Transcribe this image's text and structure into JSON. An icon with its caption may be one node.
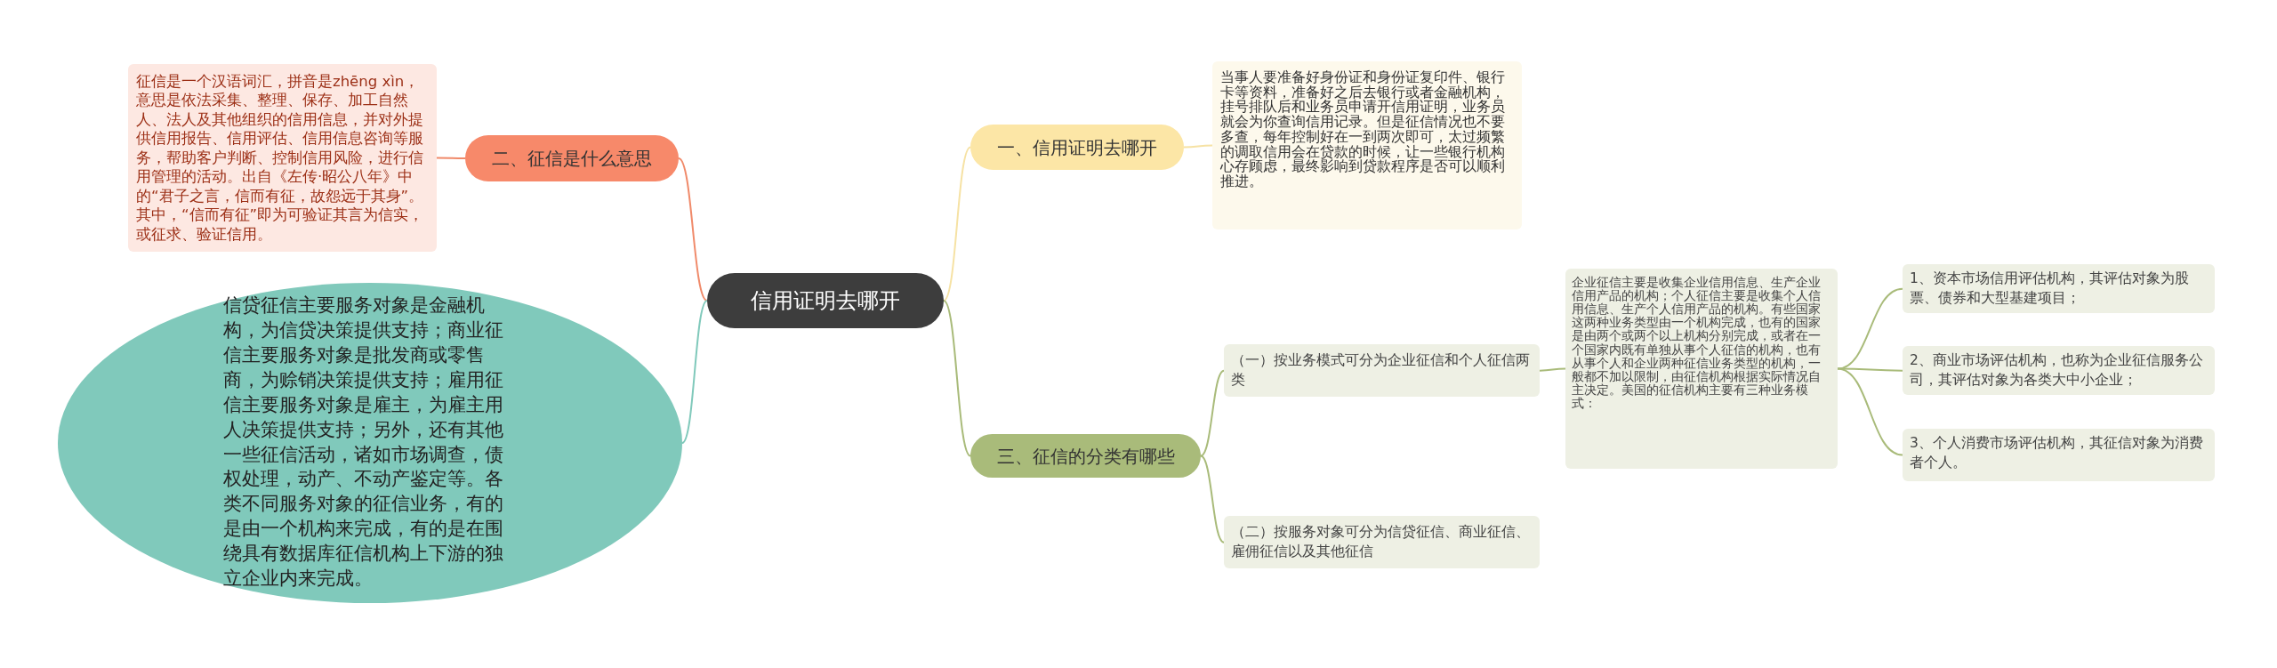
{
  "diagram": {
    "nodes": [
      {
        "text": [
          "信用证明去哪开"
        ]
      },
      {
        "text": [
          "一、信用证明去哪开"
        ]
      },
      {
        "text": [
          "当事人要准备好身份证和身份证复印件、银行卡等资料，准备好之后去银行或者金融机构，挂号排队后和业务员申请开信用证明，业务员就会为你查询信用记录。但是征信情况也不要多查，每年控制好在一到两次即可，太过频繁的调取信用会在贷款的时候，让一些银行机构心存顾虑，最终影响到贷款程序是否可以顺利推进。"
        ]
      },
      {
        "text": [
          "二、征信是什么意思"
        ]
      },
      {
        "text": [
          "征信是一个汉语词汇，拼音是zhēng xìn，意思是依法采集、整理、保存、加工自然人、法人及其他组织的信用信息，并对外提供信用报告、信用评估、信用信息咨询等服务，帮助客户判断、控制信用风险，进行信用管理的活动。出自《左传·昭公八年》中的“君子之言，信而有征，故怨远于其身”。其中，“信而有征”即为可验证其言为信实，或征求、验证信用。"
        ]
      },
      {
        "text": [
          "三、征信的分类有哪些"
        ]
      },
      {
        "text": [
          "（一）按业务模式可分为企业征信和个人征信两类"
        ]
      },
      {
        "text": [
          "企业征信主要是收集企业信用信息、生产企业信用产品的机构；个人征信主要是收集个人信用信息、生产个人信用产品的机构。有些国家这两种业务类型由一个机构完成，也有的国家是由两个或两个以上机构分别完成，或者在一个国家内既有单独从事个人征信的机构，也有从事个人和企业两种征信业务类型的机构，一般都不加以限制，由征信机构根据实际情况自主决定。美国的征信机构主要有三种业务模式："
        ]
      },
      {
        "text": [
          "1、资本市场信用评估机构，其评估对象为股票、债券和大型基建项目；"
        ]
      },
      {
        "text": [
          "2、商业市场评估机构，也称为企业征信服务公司，其评估对象为各类大中小企业；"
        ]
      },
      {
        "text": [
          "3、个人消费市场评估机构，其征信对象为消费者个人。"
        ]
      },
      {
        "text": [
          "（二）按服务对象可分为信贷征信、商业征信、雇佣征信以及其他征信"
        ]
      },
      {
        "text": [
          "信贷征信主要服务对象是金融机构，为信贷决策提供支持；商业征信主要服务对象是批发商或零售商，为赊销决策提供支持；雇用征信主要服务对象是雇主，为雇主用人决策提供支持；另外，还有其他一些征信活动，诸如市场调查，债权处理，动产、不动产鉴定等。各类不同服务对象的征信业务，有的是由一个机构来完成，有的是在围绕具有数据库征信机构上下游的独立企业内来完成。"
        ]
      }
    ],
    "edges": [
      {
        "from": 0,
        "to": 1,
        "arrow": "none",
        "color": "#f6e2a4"
      },
      {
        "from": 1,
        "to": 2,
        "arrow": "none",
        "color": "#f6e2a4"
      },
      {
        "from": 0,
        "to": 3,
        "arrow": "none",
        "color": "#f08a6a"
      },
      {
        "from": 3,
        "to": 4,
        "arrow": "none",
        "color": "#f08a6a"
      },
      {
        "from": 0,
        "to": 5,
        "arrow": "none"
      },
      {
        "from": 5,
        "to": 6,
        "arrow": "none"
      },
      {
        "from": 6,
        "to": 7,
        "arrow": "none"
      },
      {
        "from": 7,
        "to": 8,
        "arrow": "none"
      },
      {
        "from": 7,
        "to": 9,
        "arrow": "none"
      },
      {
        "from": 7,
        "to": 10,
        "arrow": "none"
      },
      {
        "from": 5,
        "to": 11,
        "arrow": "none"
      },
      {
        "from": 0,
        "to": 12,
        "arrow": "none",
        "color": "#80c9bb"
      }
    ]
  }
}
